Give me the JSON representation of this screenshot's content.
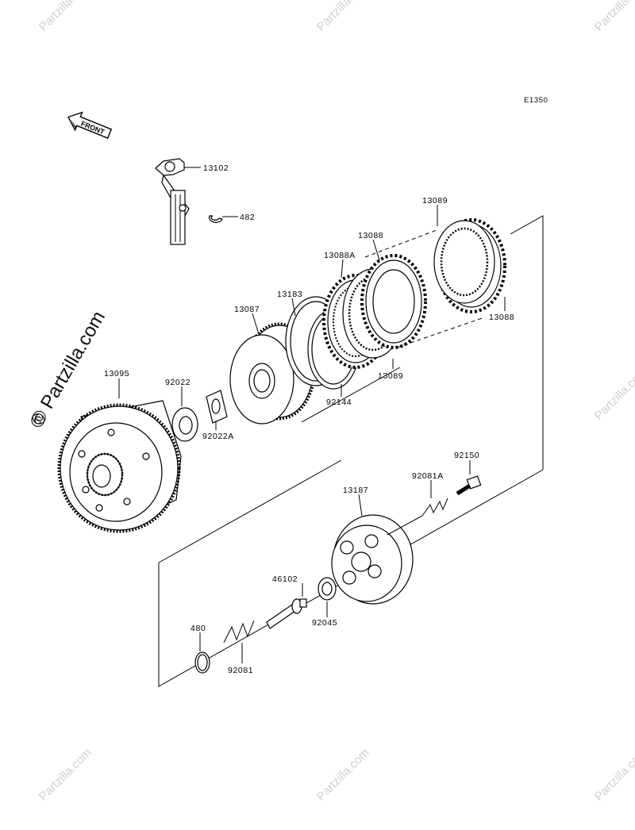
{
  "diagram": {
    "code": "E1350",
    "front_label": "FRONT",
    "watermark": "© Partzilla.com",
    "watermark_small": "Partzilla.com",
    "watermark_symbol": "©",
    "parts": {
      "p13102": "13102",
      "p482": "482",
      "p13089_top": "13089",
      "p13088_top": "13088",
      "p13088A": "13088A",
      "p13183": "13183",
      "p13087": "13087",
      "p13088_right": "13088",
      "p13089_bottom": "13089",
      "p92144": "92144",
      "p13095": "13095",
      "p92022": "92022",
      "p92022A": "92022A",
      "p92150": "92150",
      "p92081A": "92081A",
      "p13187": "13187",
      "p46102": "46102",
      "p92045": "92045",
      "p480": "480",
      "p92081": "92081"
    }
  }
}
